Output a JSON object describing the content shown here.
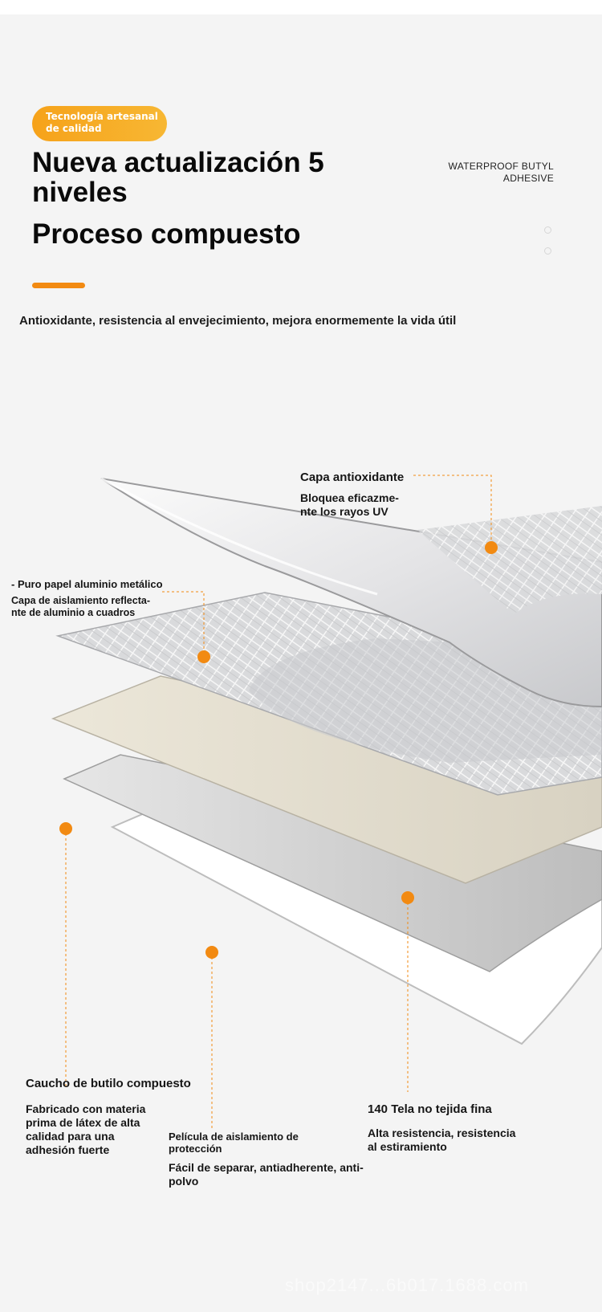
{
  "header": {
    "badge_lines": [
      "Tecnología artesanal",
      "de calidad"
    ],
    "title": "Nueva actualización 5 niveles",
    "subtitle": "Proceso compuesto",
    "side_text_lines": [
      "WATERPROOF BUTYL",
      "ADHESIVE"
    ],
    "intro": "Antioxidante, resistencia al envejecimiento, mejora enormemente la vida útil"
  },
  "callouts": {
    "antioxidant": {
      "title": "Capa antioxidante",
      "desc_lines": [
        "Bloquea eficazme-",
        "nte los rayos UV"
      ]
    },
    "aluminum": {
      "title": "- Puro papel aluminio metálico",
      "desc_lines": [
        "Capa de aislamiento reflecta-",
        "nte de aluminio a cuadros"
      ]
    },
    "butyl": {
      "title": "Caucho de butilo compuesto",
      "desc_lines": [
        "Fabricado con materia",
        "prima de látex de alta",
        "calidad para una",
        "adhesión fuerte"
      ]
    },
    "film": {
      "title_lines": [
        "Película de aislamiento de",
        "protección"
      ],
      "desc_lines": [
        "Fácil de separar, antiadherente, anti-",
        "polvo"
      ]
    },
    "fabric": {
      "title": "140 Tela no tejida fina",
      "desc_lines": [
        "Alta resistencia, resistencia",
        "al estiramiento"
      ]
    }
  },
  "watermark": "shop2147...6b017.1688.com",
  "colors": {
    "accent": "#f28a12",
    "badge_start": "#f6a21a",
    "background": "#f4f4f4"
  }
}
